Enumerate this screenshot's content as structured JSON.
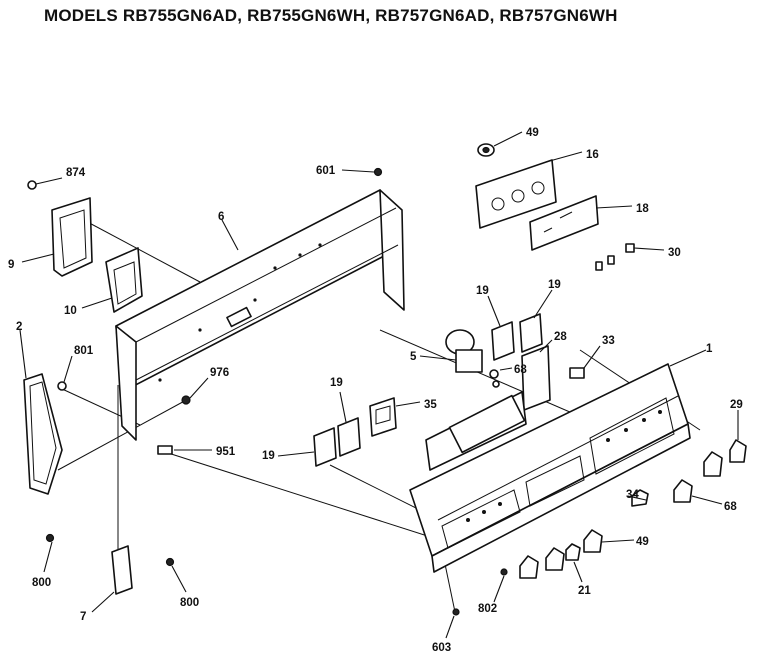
{
  "title": "MODELS RB755GN6AD, RB755GN6WH, RB757GN6AD, RB757GN6WH",
  "callouts": [
    {
      "id": "c874",
      "text": "874"
    },
    {
      "id": "c9",
      "text": "9"
    },
    {
      "id": "c10",
      "text": "10"
    },
    {
      "id": "c6",
      "text": "6"
    },
    {
      "id": "c601",
      "text": "601"
    },
    {
      "id": "c2",
      "text": "2"
    },
    {
      "id": "c801",
      "text": "801"
    },
    {
      "id": "c976",
      "text": "976"
    },
    {
      "id": "c951",
      "text": "951"
    },
    {
      "id": "c800a",
      "text": "800"
    },
    {
      "id": "c7",
      "text": "7"
    },
    {
      "id": "c800b",
      "text": "800"
    },
    {
      "id": "c603",
      "text": "603"
    },
    {
      "id": "c49a",
      "text": "49"
    },
    {
      "id": "c16",
      "text": "16"
    },
    {
      "id": "c18",
      "text": "18"
    },
    {
      "id": "c30",
      "text": "30"
    },
    {
      "id": "c19a",
      "text": "19"
    },
    {
      "id": "c19b",
      "text": "19"
    },
    {
      "id": "c5",
      "text": "5"
    },
    {
      "id": "c68a",
      "text": "68"
    },
    {
      "id": "c28",
      "text": "28"
    },
    {
      "id": "c33",
      "text": "33"
    },
    {
      "id": "c1",
      "text": "1"
    },
    {
      "id": "c19c",
      "text": "19"
    },
    {
      "id": "c35",
      "text": "35"
    },
    {
      "id": "c19d",
      "text": "19"
    },
    {
      "id": "c29",
      "text": "29"
    },
    {
      "id": "c68b",
      "text": "68"
    },
    {
      "id": "c34",
      "text": "34"
    },
    {
      "id": "c49b",
      "text": "49"
    },
    {
      "id": "c21",
      "text": "21"
    },
    {
      "id": "c802",
      "text": "802"
    }
  ]
}
